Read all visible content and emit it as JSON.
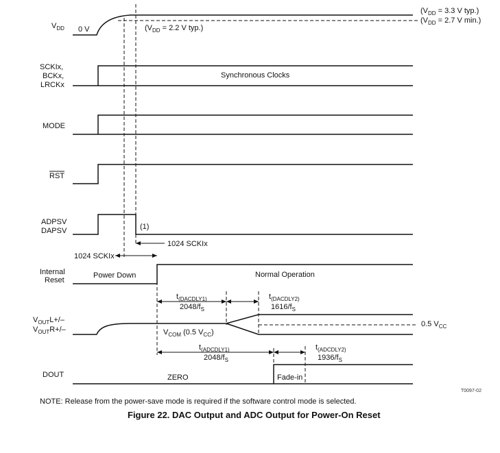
{
  "signals": {
    "vdd": "V",
    "vdd_sub": "DD",
    "sck_1": "SCKIx,",
    "sck_2": "BCKx,",
    "sck_3": "LRCKx",
    "mode": "MODE",
    "rst": "RST",
    "adpsv": "ADPSV",
    "dapsv": "DAPSV",
    "int_1": "Internal",
    "int_2": "Reset",
    "voutl": "L+/–",
    "voutr": "R+/–",
    "vout_v": "V",
    "vout_sub": "OUT",
    "dout": "DOUT"
  },
  "vdd_labels": {
    "zero": "0 V",
    "typ33_pre": "(V",
    "typ33_sub": "DD",
    "typ33_post": " = 3.3 V typ.)",
    "min27_pre": "(V",
    "min27_sub": "DD",
    "min27_post": " = 2.7 V min.)",
    "typ22_pre": "(V",
    "typ22_sub": "DD",
    "typ22_post": "  = 2.2 V typ.)"
  },
  "labels": {
    "sync_clocks": "Synchronous Clocks",
    "note_ref": "(1)",
    "sckl_1024_right": "1024 SCKIx",
    "sckl_1024_left": "1024 SCKIx",
    "power_down": "Power Down",
    "normal_op": "Normal Operation",
    "zero": "ZERO",
    "fade_in": "Fade-in",
    "vcom_pre": "V",
    "vcom_sub": "COM",
    "vcom_mid": " (0.5 V",
    "vcom_sub2": "CC",
    "vcom_post": ")",
    "half_vcc_pre": "0.5 V",
    "half_vcc_sub": "CC"
  },
  "timings": {
    "t_sym": "t",
    "dacdly1": "(DACDLY1)",
    "dacdly1_val": "2048/f",
    "dacdly2": "(DACDLY2)",
    "dacdly2_val": "1616/f",
    "adcdly1": "(ADCDLY1)",
    "adcdly1_val": "2048/f",
    "adcdly2": "(ADCDLY2)",
    "adcdly2_val": "1936/f",
    "fs_sub": "S"
  },
  "figure": {
    "id": "T0097-02",
    "note": "NOTE:  Release from the power-save mode is required if the software control mode is selected.",
    "caption": "Figure 22. DAC Output and ADC Output for Power-On Reset"
  }
}
